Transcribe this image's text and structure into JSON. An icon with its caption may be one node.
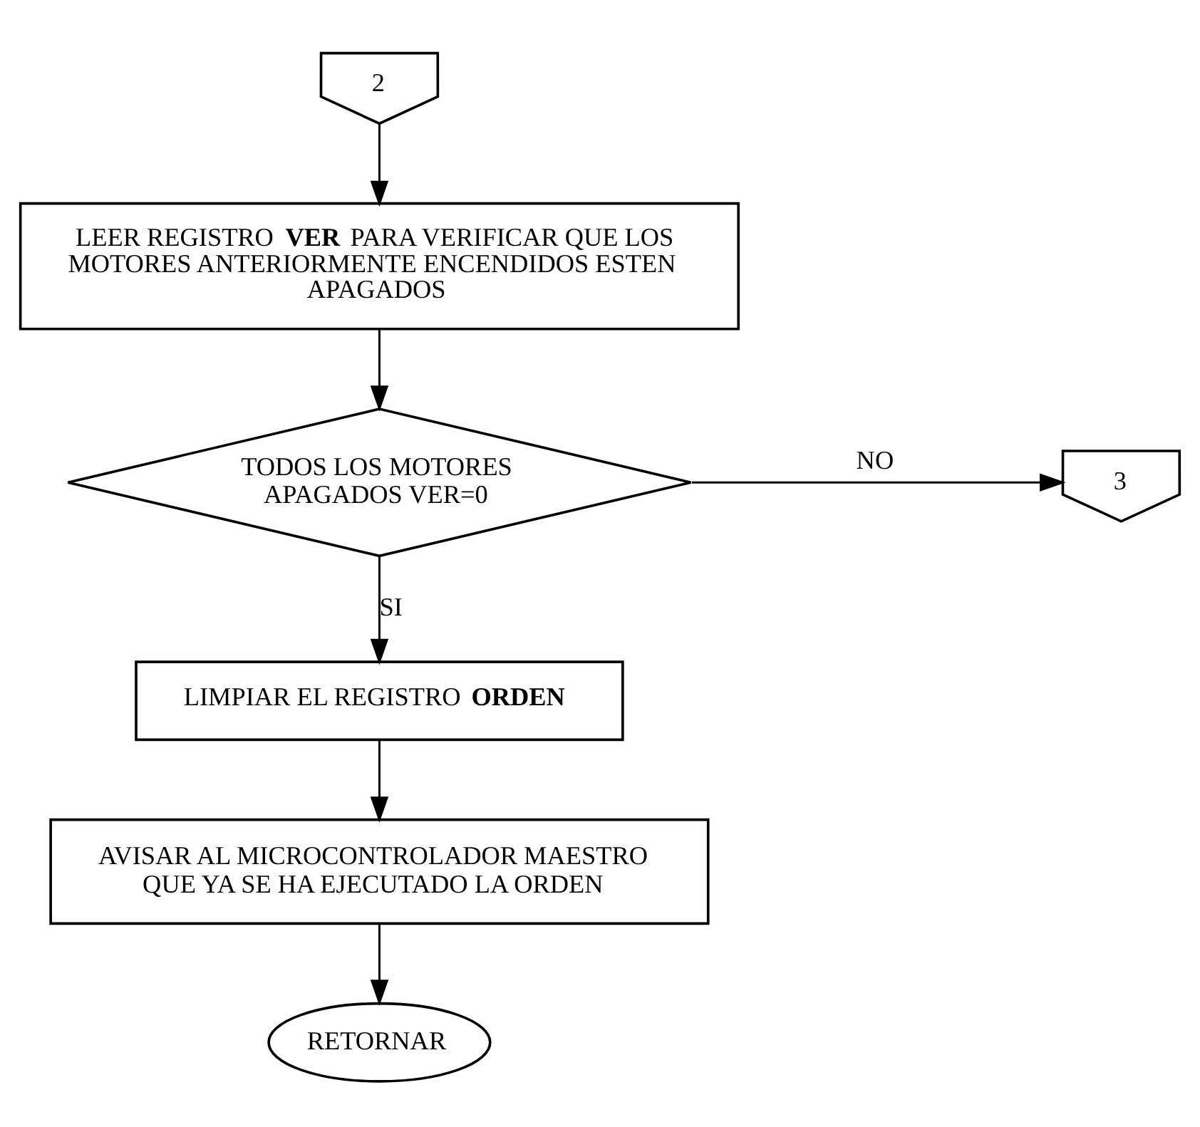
{
  "diagram": {
    "nodes": [
      {
        "text": [
          "2"
        ]
      },
      {
        "text": [
          "LEER REGISTRO **VER** PARA VERIFICAR QUE LOS MOTORES ANTERIORMENTE ENCENDIDOS ESTEN APAGADOS"
        ]
      },
      {
        "text": [
          "TODOS LOS MOTORES APAGADOS VER=0"
        ]
      },
      {
        "text": [
          "3"
        ]
      },
      {
        "text": [
          "LIMPIAR EL REGISTRO **ORDEN**"
        ]
      },
      {
        "text": [
          "AVISAR AL MICROCONTROLADOR MAESTRO QUE YA SE HA EJECUTADO LA ORDEN"
        ]
      },
      {
        "text": [
          "RETORNAR"
        ]
      }
    ],
    "edges": [
      {
        "from": 0,
        "to": 1,
        "arrow": "to"
      },
      {
        "from": 1,
        "to": 2,
        "arrow": "to"
      },
      {
        "from": 2,
        "to": 3,
        "arrow": "to",
        "label": "NO"
      },
      {
        "from": 2,
        "to": 4,
        "arrow": "to",
        "label": "SI"
      },
      {
        "from": 4,
        "to": 5,
        "arrow": "to"
      },
      {
        "from": 5,
        "to": 6,
        "arrow": "to"
      }
    ]
  }
}
